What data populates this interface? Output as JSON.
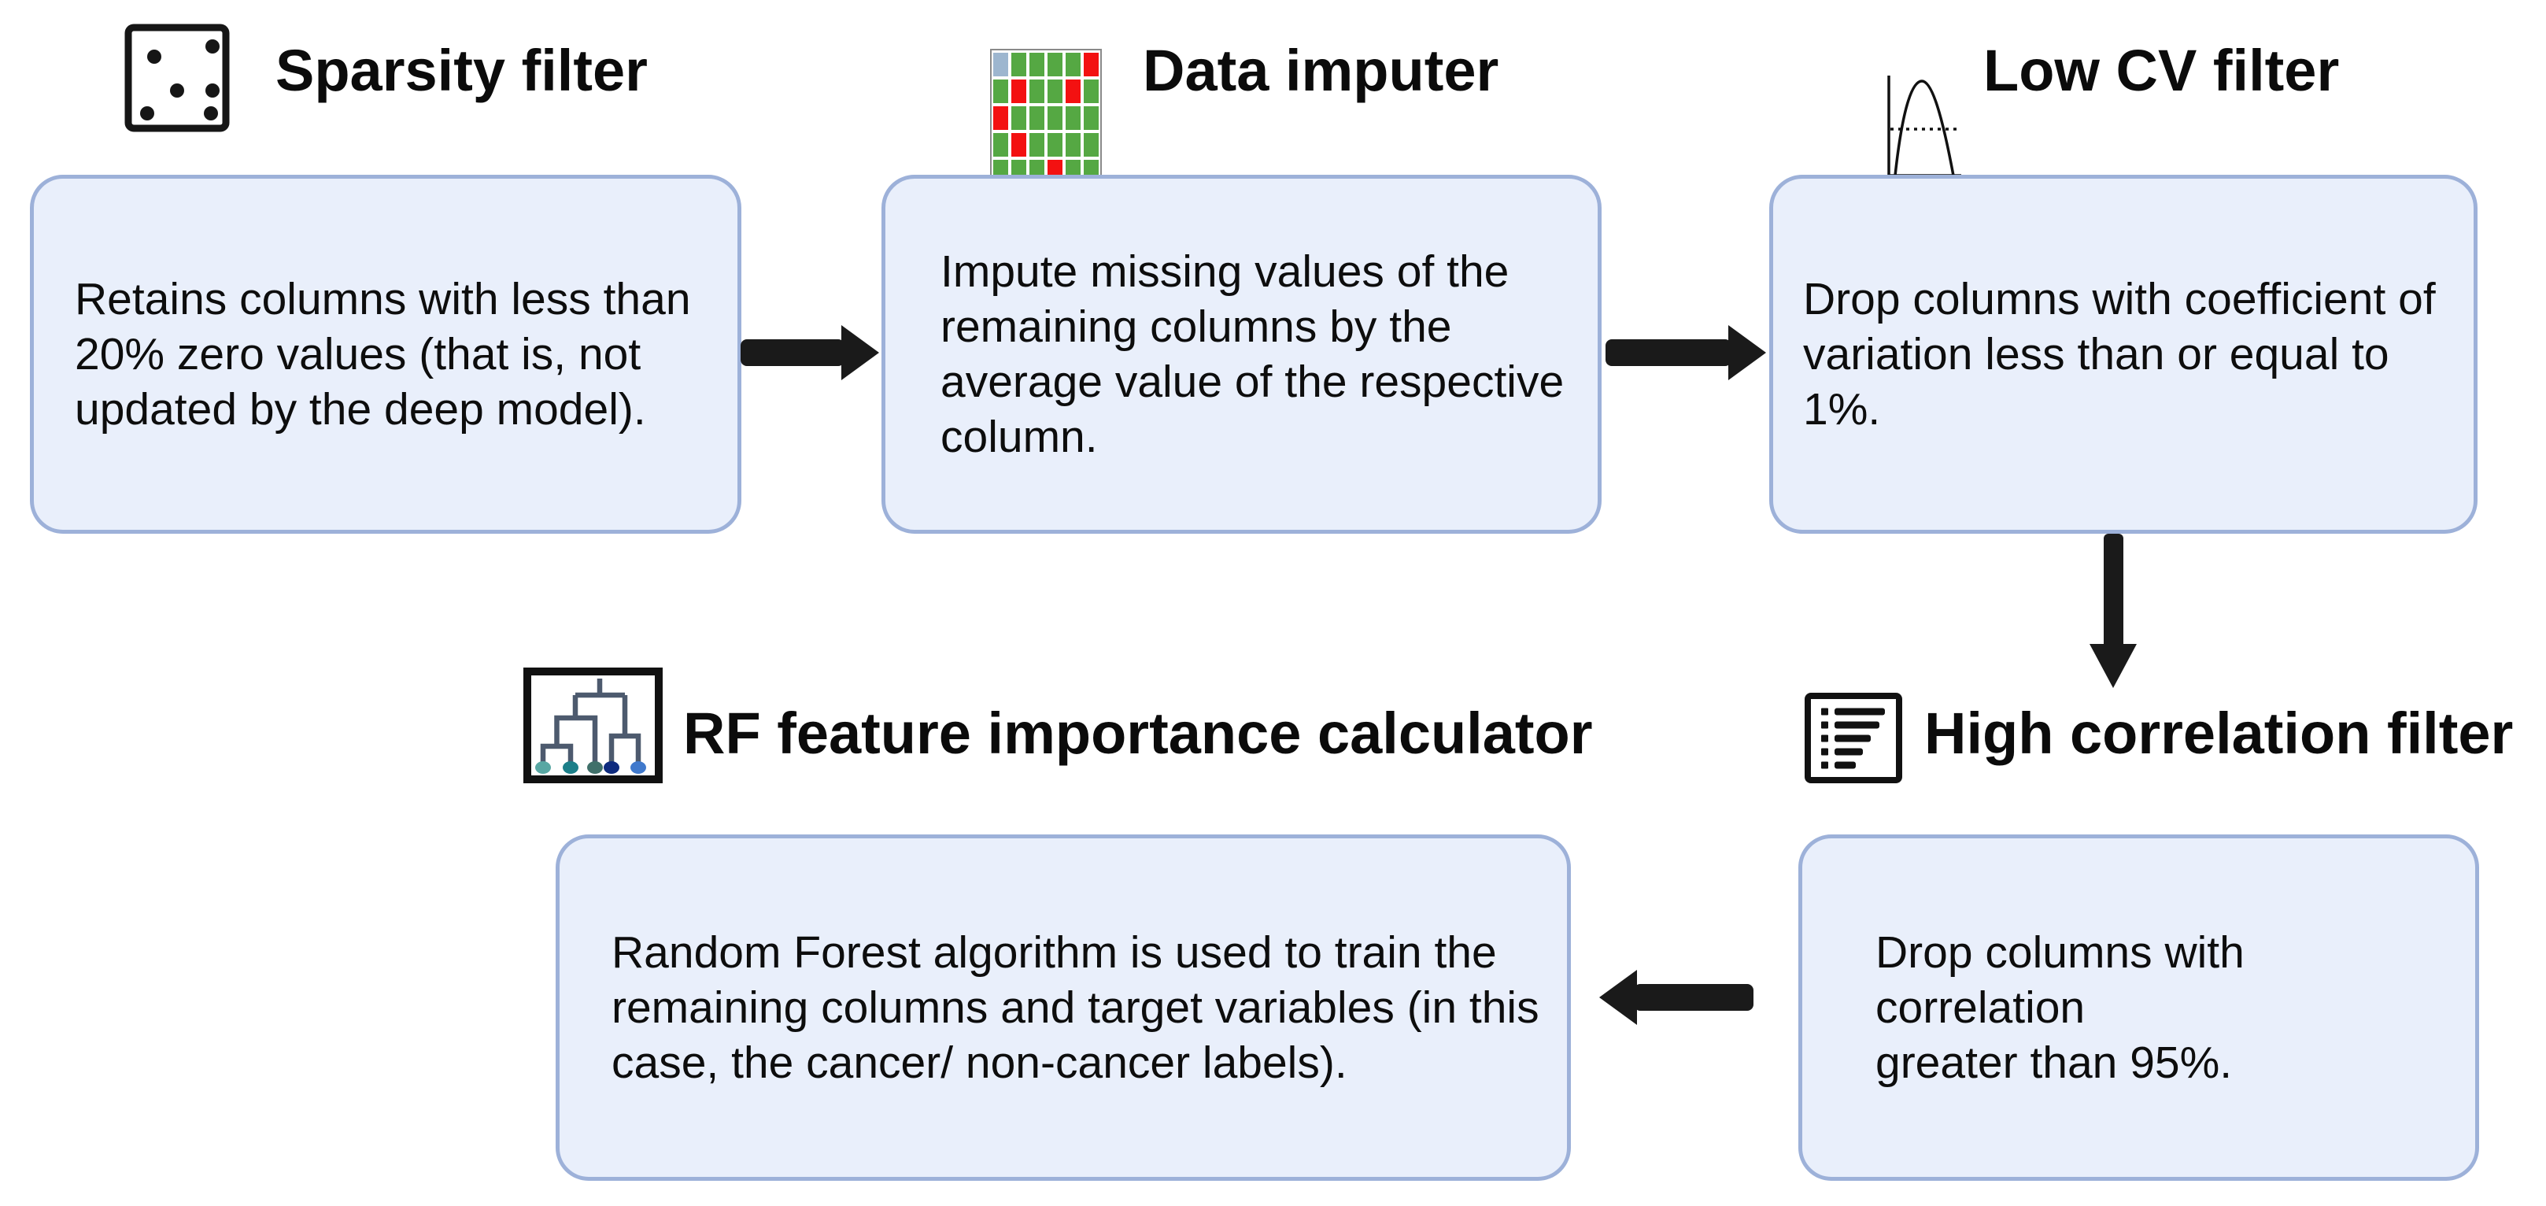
{
  "figure": {
    "type": "flow-diagram",
    "description_title": "Feature selection pipeline"
  },
  "steps": {
    "sparsity": {
      "title": "Sparsity filter",
      "body_lines": [
        "Retains columns with less than",
        "20% zero values (that is, not",
        "updated by the deep model)."
      ]
    },
    "imputer": {
      "title": "Data imputer",
      "body_lines": [
        "Impute missing values of the",
        "remaining columns by the",
        "average value of the respective",
        "column."
      ]
    },
    "low_cv": {
      "title": "Low CV filter",
      "body_lines": [
        "Drop columns with coefficient of",
        "variation less than or equal to 1%."
      ]
    },
    "high_corr": {
      "title": "High correlation filter",
      "body_lines": [
        "Drop columns with correlation",
        "greater than 95%."
      ]
    },
    "rf": {
      "title": "RF feature importance calculator",
      "body_lines": [
        "Random Forest algorithm is used to train the",
        "remaining columns and target variables (in this",
        "case, the cancer/ non-cancer labels)."
      ]
    }
  },
  "icons": {
    "sparsity": "sparse-dots-icon",
    "imputer": "data-grid-icon",
    "low_cv": "distribution-curve-icon",
    "high_corr": "sorted-list-icon",
    "rf": "dendrogram-icon",
    "flow": [
      "arrow-right-icon",
      "arrow-right-icon",
      "arrow-down-icon",
      "arrow-left-icon"
    ]
  },
  "colors": {
    "background": "#ffffff",
    "box_fill": "#e9effb",
    "box_border": "#9db1d9",
    "text": "#0d0d0d",
    "arrow": "#1a1a1a",
    "grid_green": "#55a843",
    "grid_red": "#f31111",
    "grid_highlight_cell": "#9db6cf",
    "tree_line": "#4d5a6e",
    "tree_leaf_colors": [
      "#58a7a3",
      "#1c7f89",
      "#40706a",
      "#0e2b7e",
      "#4079cc"
    ]
  }
}
